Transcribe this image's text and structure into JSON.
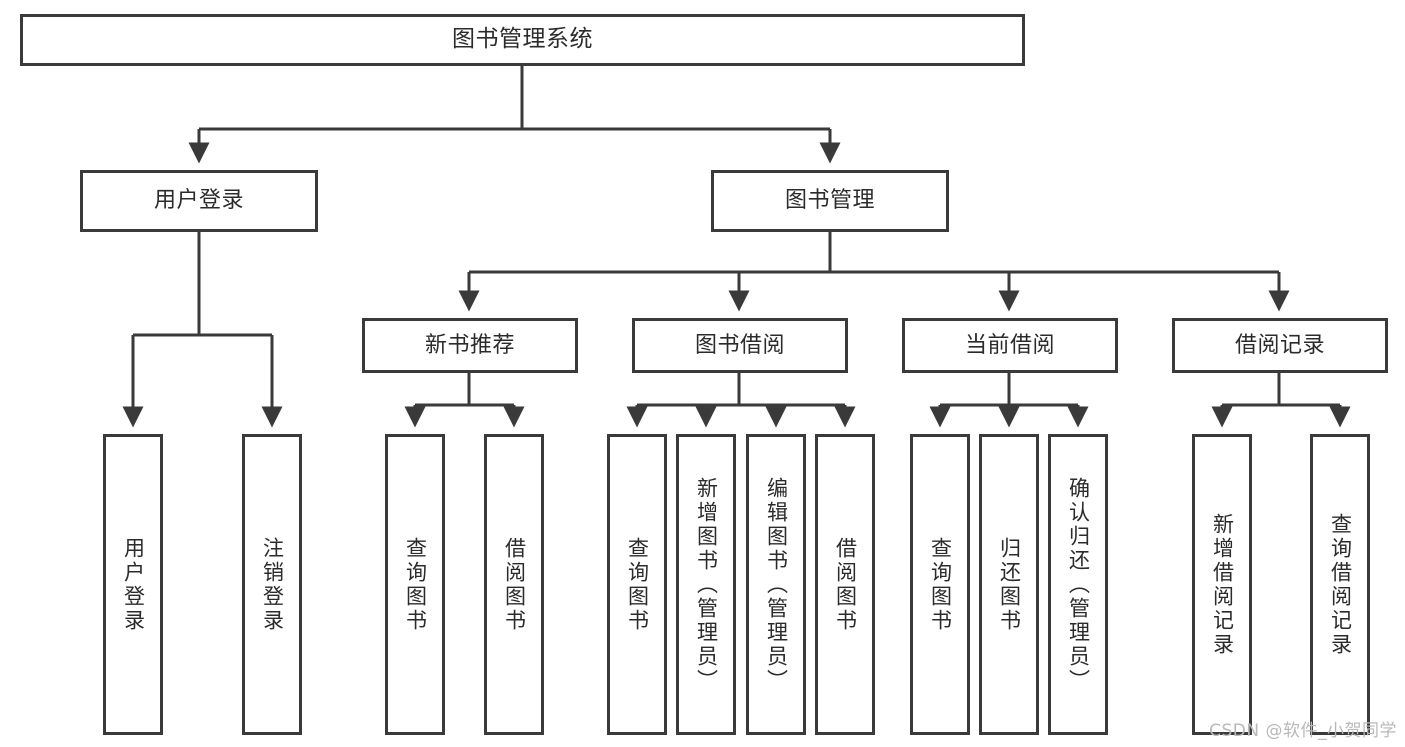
{
  "diagram": {
    "title": "图书管理系统",
    "type": "tree-hierarchy-diagram",
    "orientation": "top-down",
    "colors": {
      "background": "#ffffff",
      "box_border": "#3a3a3a",
      "connector": "#3a3a3a",
      "text": "#2b2b2b",
      "watermark": "#b9b9b9"
    },
    "watermark": "CSDN @软件_小贺同学",
    "nodes": {
      "root": {
        "label": "图书管理系统",
        "level": 0
      },
      "level1": [
        {
          "id": "user-login",
          "label": "用户登录"
        },
        {
          "id": "book-manage",
          "label": "图书管理"
        }
      ],
      "level2": [
        {
          "id": "new-book-recommend",
          "label": "新书推荐",
          "parent": "book-manage"
        },
        {
          "id": "book-borrow",
          "label": "图书借阅",
          "parent": "book-manage"
        },
        {
          "id": "current-borrow",
          "label": "当前借阅",
          "parent": "book-manage"
        },
        {
          "id": "borrow-record",
          "label": "借阅记录",
          "parent": "book-manage"
        }
      ],
      "leaves": {
        "user-login": [
          {
            "id": "leaf-user-login",
            "label": "用户登录"
          },
          {
            "id": "leaf-user-logout",
            "label": "注销登录"
          }
        ],
        "new-book-recommend": [
          {
            "id": "leaf-query-book-1",
            "label": "查询图书"
          },
          {
            "id": "leaf-borrow-book-1",
            "label": "借阅图书"
          }
        ],
        "book-borrow": [
          {
            "id": "leaf-query-book-2",
            "label": "查询图书"
          },
          {
            "id": "leaf-add-book",
            "label": "新增图书（管理员）"
          },
          {
            "id": "leaf-edit-book",
            "label": "编辑图书（管理员）"
          },
          {
            "id": "leaf-borrow-book-2",
            "label": "借阅图书"
          }
        ],
        "current-borrow": [
          {
            "id": "leaf-query-book-3",
            "label": "查询图书"
          },
          {
            "id": "leaf-return-book",
            "label": "归还图书"
          },
          {
            "id": "leaf-confirm-return",
            "label": "确认归还（管理员）"
          }
        ],
        "borrow-record": [
          {
            "id": "leaf-add-record",
            "label": "新增借阅记录"
          },
          {
            "id": "leaf-query-record",
            "label": "查询借阅记录"
          }
        ]
      }
    }
  }
}
